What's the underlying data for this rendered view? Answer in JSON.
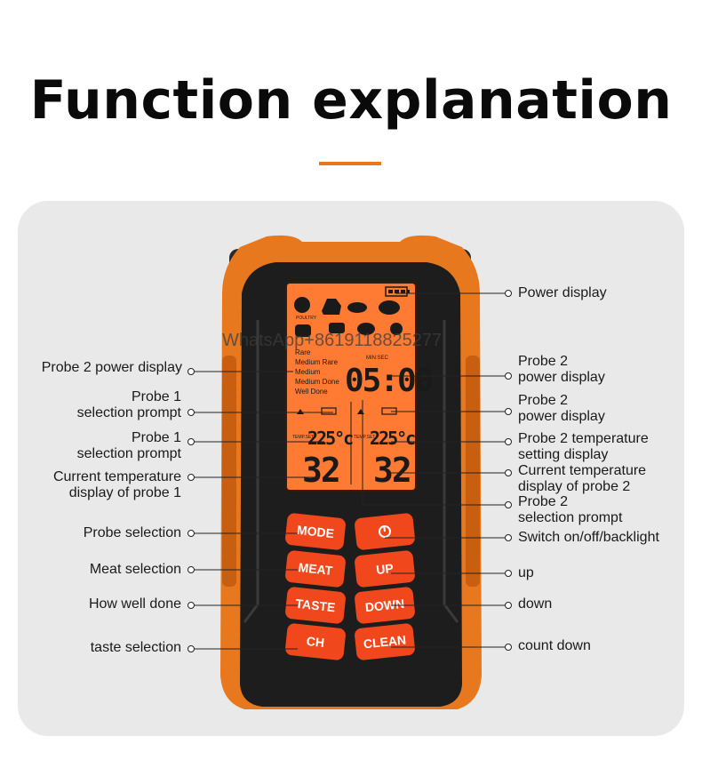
{
  "page": {
    "title": "Function explanation",
    "accent_color": "#e8781e",
    "watermark": "WhatsApp+8619118825277"
  },
  "device": {
    "body_color": "#e8781e",
    "face_color": "#1d1d1d",
    "screen_color": "#ff7a33",
    "screen": {
      "meat_icons": [
        "chicken-icon",
        "goat-icon",
        "fish-icon",
        "pig-icon",
        "cow-icon",
        "beef-icon",
        "burger-icon",
        "duck-icon",
        "lamb-icon"
      ],
      "poultry_caption": "POULTRY",
      "doneness": [
        "Rare",
        "Medium Rare",
        "Medium",
        "Medium Done",
        "Well Done"
      ],
      "timer_caption": "MIN:SEC",
      "timer": "05:00",
      "probe1_setting": "225°c",
      "probe2_setting": "225°c",
      "probe1_current": "32",
      "probe2_current": "32",
      "setting_caption": "TEMP.SET"
    },
    "buttons": {
      "mode": "MODE",
      "meat": "MEAT",
      "taste": "TASTE",
      "ch": "CH",
      "power_symbol": "⏻",
      "up": "UP",
      "down": "DOWN",
      "clean": "CLEAN"
    }
  },
  "labels": {
    "left": [
      "Probe 2 power display",
      "Probe 1\nselection prompt",
      "Probe 1\nselection prompt",
      "Current temperature\ndisplay of probe 1",
      "Probe selection",
      "Meat selection",
      "How well done",
      "taste selection"
    ],
    "right": [
      "Power display",
      "Probe 2\npower display",
      "Probe 2\npower display",
      "Probe 2 temperature\nsetting display",
      "Current temperature\ndisplay of probe 2",
      "Probe 2\nselection prompt",
      "Switch on/off/backlight",
      "up",
      "down",
      "count down"
    ]
  }
}
